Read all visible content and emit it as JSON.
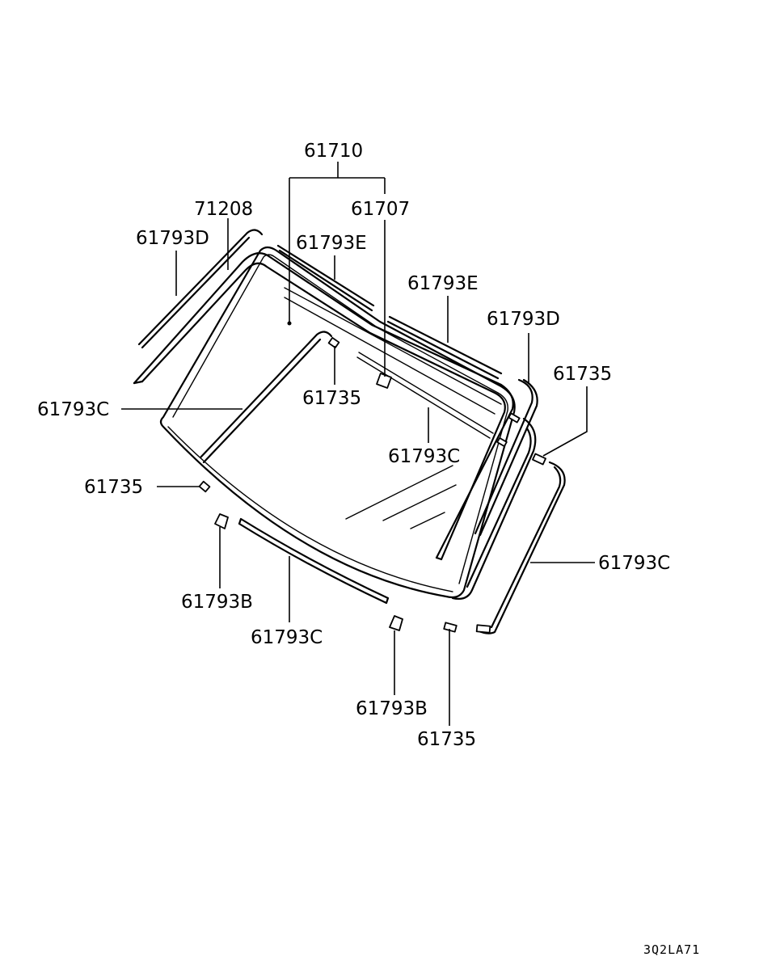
{
  "diagram": {
    "labels": {
      "windshield_glass": "61710",
      "dam_71208": "71208",
      "fastener_61707": "61707",
      "molding_d_left": "61793D",
      "molding_e_top": "61793E",
      "molding_e_right": "61793E",
      "molding_d_right": "61793D",
      "spacer_right_upper": "61735",
      "spacer_center": "61735",
      "molding_c_left": "61793C",
      "molding_c_center": "61793C",
      "spacer_left": "61735",
      "molding_c_right": "61793C",
      "clip_b_left": "61793B",
      "molding_c_bottom": "61793C",
      "clip_b_center": "61793B",
      "spacer_bottom": "61735"
    },
    "reference_code": "3Q2LA71"
  }
}
